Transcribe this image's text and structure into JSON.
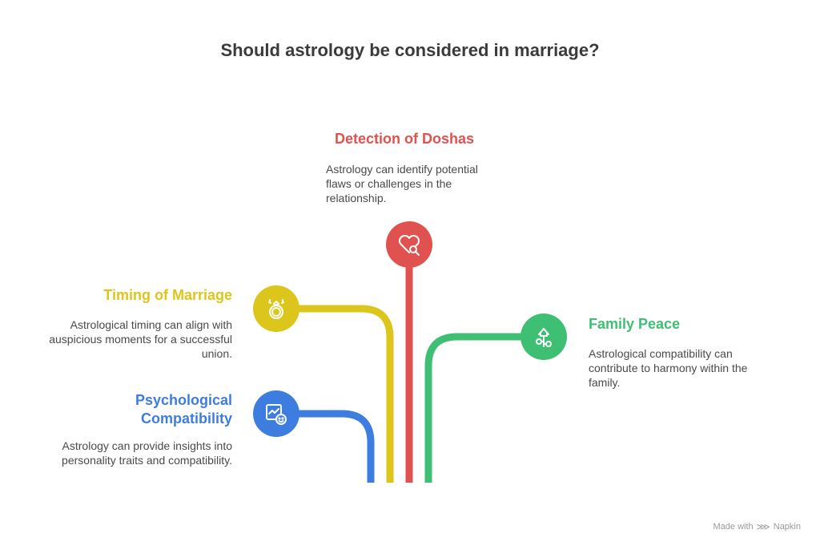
{
  "title": "Should astrology be considered in marriage?",
  "branches": {
    "doshas": {
      "heading": "Detection of Doshas",
      "description": "Astrology can identify potential flaws or challenges in the relationship.",
      "color": "#e0524f",
      "icon": "heart-search-icon"
    },
    "timing": {
      "heading": "Timing of Marriage",
      "description": "Astrological timing can align with auspicious moments for a successful union.",
      "color": "#dcc61c",
      "icon": "ring-icon"
    },
    "family": {
      "heading": "Family Peace",
      "description": "Astrological compatibility can contribute to harmony within the family.",
      "color": "#3fbf74",
      "icon": "family-tree-icon"
    },
    "psychological": {
      "heading": "Psychological Compatibility",
      "description": "Astrology can provide insights into personality traits and compatibility.",
      "color": "#3e7de0",
      "icon": "mind-chart-icon"
    }
  },
  "credit": {
    "made_with": "Made with",
    "brand": "Napkin"
  }
}
